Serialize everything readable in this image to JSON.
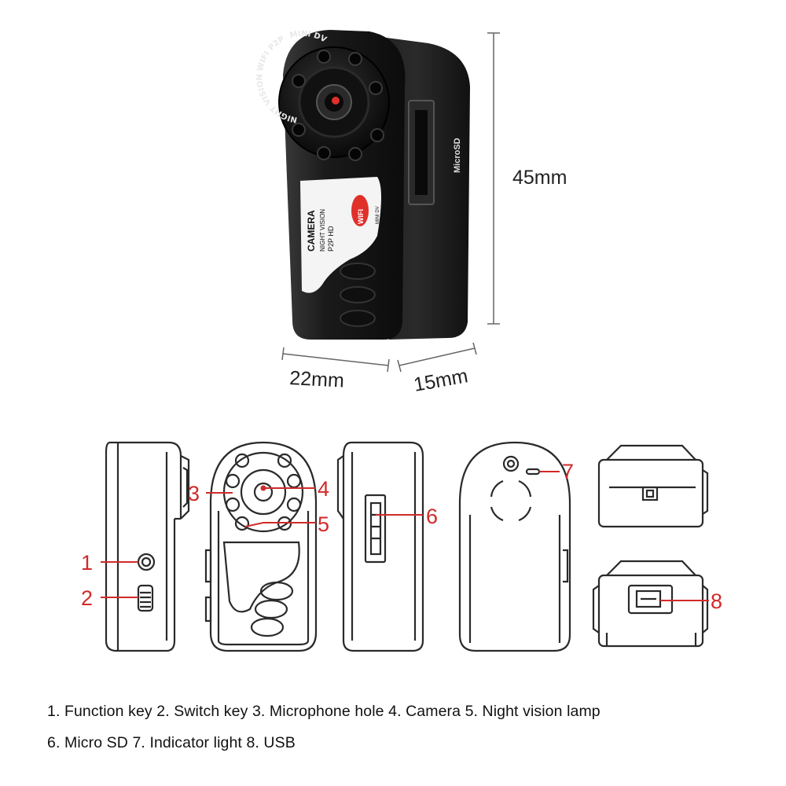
{
  "product": {
    "face_ring_text": [
      "NIGHT VISION",
      "WIFI",
      "P2P",
      "MINI DV"
    ],
    "slot_label": "MicroSD",
    "side_label": {
      "line1": "CAMERA",
      "line2": "NIGHT VISION",
      "line3": "P2P HD",
      "badge": "WIFI",
      "line4": "MINI DV"
    }
  },
  "dimensions": {
    "height": "45mm",
    "width": "22mm",
    "depth": "15mm"
  },
  "callouts": [
    "1",
    "2",
    "3",
    "4",
    "5",
    "6",
    "7",
    "8"
  ],
  "legend": {
    "line1": "1. Function key 2. Switch key 3. Microphone hole 4. Camera 5. Night vision lamp",
    "line2": "6. Micro SD 7. Indicator light 8. USB"
  },
  "colors": {
    "callout": "#d12a2a",
    "body": "#1b1b1b",
    "lens_dot": "#e0302a"
  }
}
